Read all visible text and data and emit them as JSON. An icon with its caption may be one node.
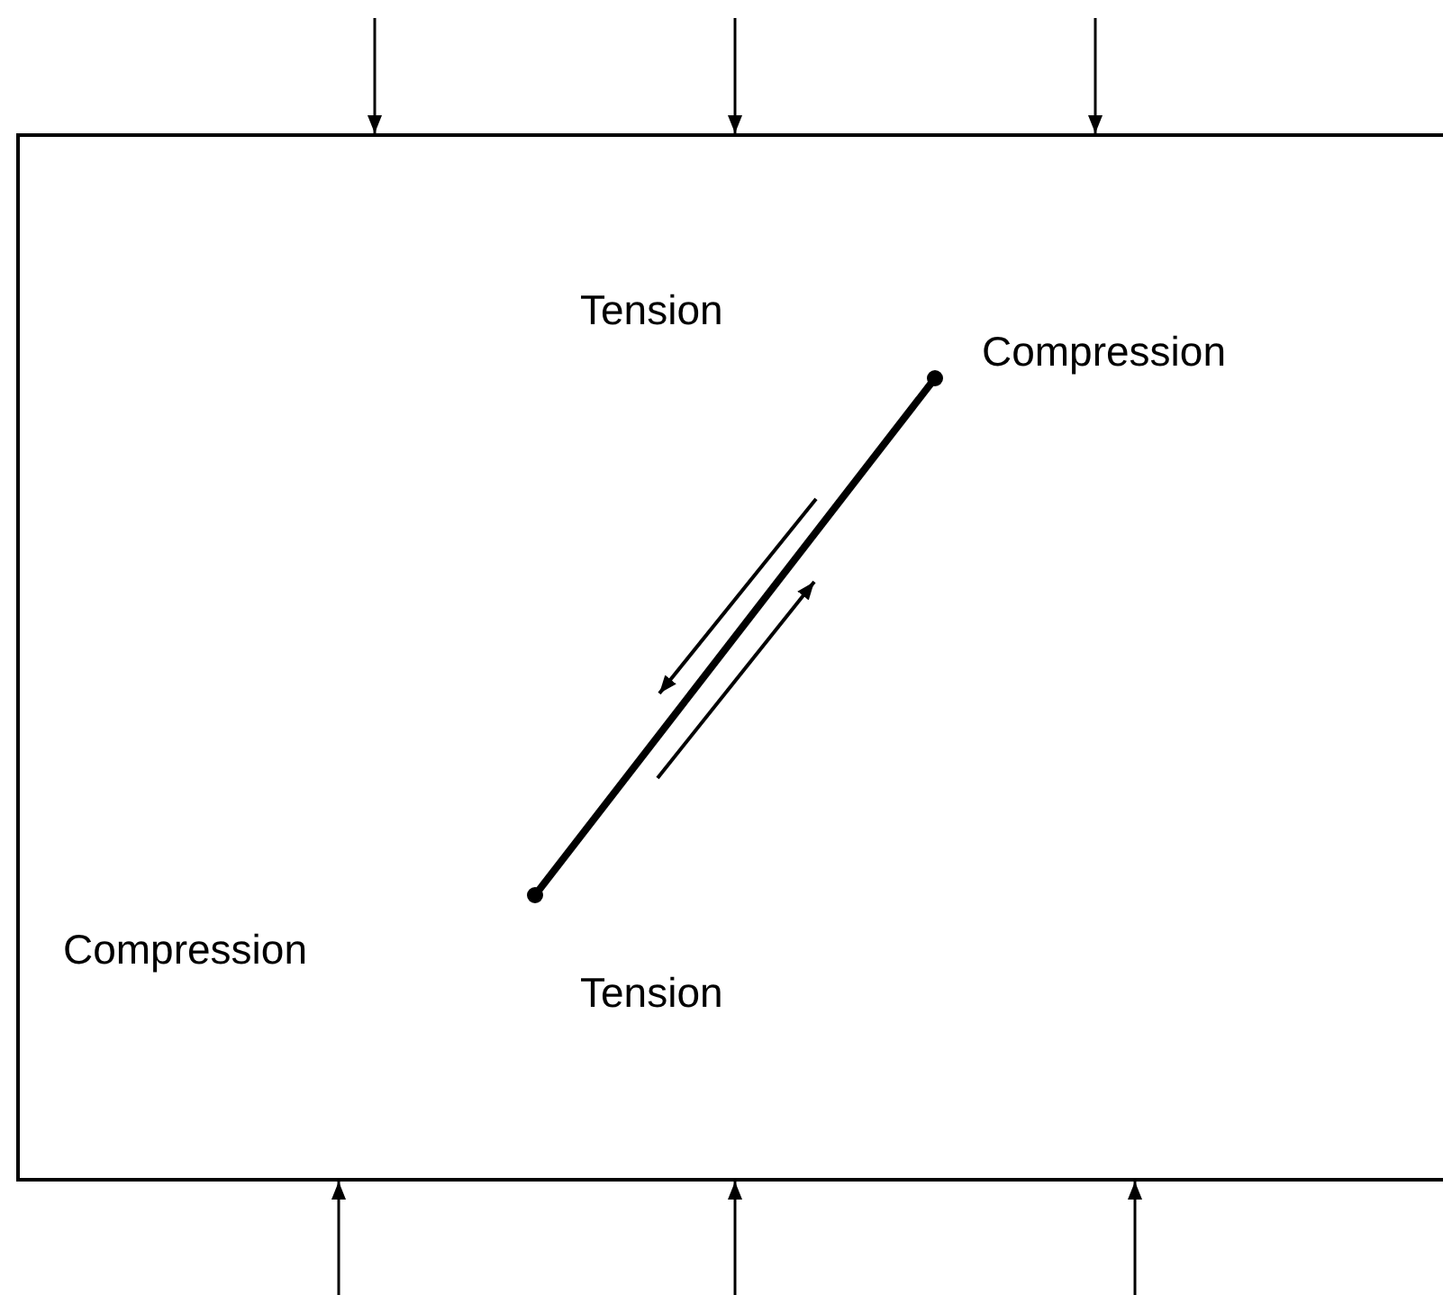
{
  "diagram": {
    "labels": [
      "Tension",
      "Compression",
      "Compression",
      "Tension"
    ]
  }
}
